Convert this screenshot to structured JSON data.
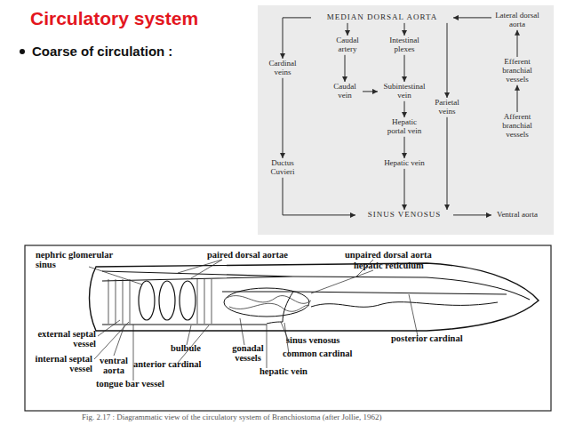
{
  "diagram": {
    "title": "Circulatory system",
    "caption": "Fig. 2.17 : Diagrammatic view of the circulatory system of Branchiostoma (after Jollie, 1962)",
    "nodes": [
      {
        "text": [
          "MEDIAN DORSAL AORTA"
        ]
      },
      {
        "text": [
          "Lateral dorsal aorta"
        ]
      },
      {
        "text": [
          "Cardinal veins"
        ]
      },
      {
        "text": [
          "Caudal artery"
        ]
      },
      {
        "text": [
          "Intestinal plexes"
        ]
      },
      {
        "text": [
          "Efferent branchial vessels"
        ]
      },
      {
        "text": [
          "Caudal vein"
        ]
      },
      {
        "text": [
          "Subintestinal vein"
        ]
      },
      {
        "text": [
          "Parietal veins"
        ]
      },
      {
        "text": [
          "Afferent branchial vessels"
        ]
      },
      {
        "text": [
          "Hepatic portal vein"
        ]
      },
      {
        "text": [
          "Hepatic vein"
        ]
      },
      {
        "text": [
          "Ductus Cuvieri"
        ]
      },
      {
        "text": [
          "SINUS VENOSUS"
        ]
      },
      {
        "text": [
          "Ventral aorta"
        ]
      }
    ],
    "edges": [
      {
        "from": 1,
        "to": 0,
        "arrow": "to"
      },
      {
        "from": 5,
        "to": 1,
        "arrow": "to"
      },
      {
        "from": 9,
        "to": 5,
        "arrow": "to"
      },
      {
        "from": 13,
        "to": 14,
        "arrow": "to"
      },
      {
        "from": 0,
        "to": 2,
        "arrow": "to"
      },
      {
        "from": 0,
        "to": 3,
        "arrow": "to"
      },
      {
        "from": 0,
        "to": 4,
        "arrow": "to"
      },
      {
        "from": 0,
        "to": 8,
        "arrow": "to"
      },
      {
        "from": 8,
        "to": 13,
        "arrow": "to"
      },
      {
        "from": 3,
        "to": 6,
        "arrow": "to"
      },
      {
        "from": 6,
        "to": 7,
        "arrow": "to"
      },
      {
        "from": 4,
        "to": 7,
        "arrow": "to"
      },
      {
        "from": 7,
        "to": 10,
        "arrow": "to"
      },
      {
        "from": 10,
        "to": 11,
        "arrow": "to"
      },
      {
        "from": 11,
        "to": 13,
        "arrow": "to"
      },
      {
        "from": 2,
        "to": 12,
        "arrow": "to"
      },
      {
        "from": 12,
        "to": 13,
        "arrow": "to"
      }
    ],
    "labels": [
      "Coarse of circulation :",
      "nephric glomerular sinus",
      "paired dorsal aortae",
      "unpaired dorsal aorta",
      "hepatic reticulum",
      "external septal vessel",
      "internal septal vessel",
      "ventral aorta",
      "bulbule",
      "gonadal vessels",
      "sinus venosus",
      "posterior cardinal",
      "anterior cardinal",
      "common cardinal",
      "tongue bar vessel",
      "hepatic vein"
    ]
  }
}
